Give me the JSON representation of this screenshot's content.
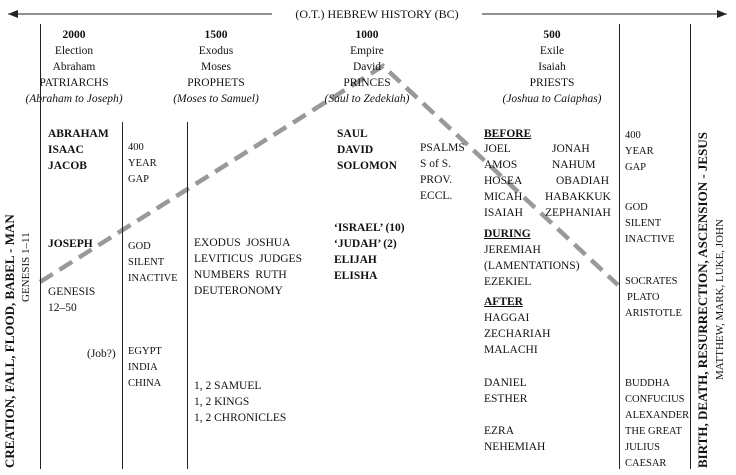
{
  "header": {
    "title": "(O.T.) HEBREW HISTORY (BC)"
  },
  "columns": [
    {
      "date": "2000",
      "l1": "Election",
      "l2": "Abraham",
      "l3": "PATRIARCHS",
      "l4": "(Abraham to Joseph)"
    },
    {
      "date": "1500",
      "l1": "Exodus",
      "l2": "Moses",
      "l3": "PROPHETS",
      "l4": "(Moses to Samuel)"
    },
    {
      "date": "1000",
      "l1": "Empire",
      "l2": "David",
      "l3": "PRINCES",
      "l4": "(Saul to Zedekiah)"
    },
    {
      "date": "500",
      "l1": "Exile",
      "l2": "Isaiah",
      "l3": "PRIESTS",
      "l4": "(Joshua to Caiaphas)"
    }
  ],
  "left_side": {
    "main": "CREATION, FALL, FLOOD, BABEL - MAN",
    "sub": "GENESIS 1–11"
  },
  "right_side": {
    "main": "BIRTH, DEATH, RESURRECTION, ASCENSION - JESUS",
    "sub": "MATTHEW, MARK, LUKE, JOHN"
  },
  "col1": {
    "names": [
      "ABRAHAM",
      "ISAAC",
      "JACOB"
    ],
    "joseph": "JOSEPH",
    "genesis": [
      "GENESIS",
      "12–50"
    ],
    "job": "(Job?)"
  },
  "col2": {
    "gap": [
      "400",
      "YEAR",
      "GAP"
    ],
    "god": [
      "GOD",
      "SILENT",
      "INACTIVE"
    ],
    "nations": [
      "EGYPT",
      "INDIA",
      "CHINA"
    ]
  },
  "col3": {
    "books": [
      "EXODUS  JOSHUA",
      "LEVITICUS  JUDGES",
      "NUMBERS  RUTH",
      "DEUTERONOMY"
    ],
    "later": [
      "1, 2 SAMUEL",
      "1, 2 KINGS",
      "1, 2 CHRONICLES"
    ]
  },
  "col4": {
    "kings": [
      "SAUL",
      "DAVID",
      "SOLOMON"
    ],
    "poetry": [
      "PSALMS",
      "S of S.",
      "PROV.",
      "ECCL."
    ],
    "divided": [
      "‘ISRAEL’ (10)",
      "‘JUDAH’ (2)",
      "ELIJAH",
      "ELISHA"
    ]
  },
  "col5": {
    "before_heading": "BEFORE",
    "before_left": [
      "JOEL",
      "AMOS",
      "HOSEA",
      "MICAH",
      "ISAIAH"
    ],
    "before_right": [
      "JONAH",
      "NAHUM",
      "OBADIAH",
      "HABAKKUK",
      "ZEPHANIAH"
    ],
    "during_heading": "DURING",
    "during": [
      "JEREMIAH",
      "(LAMENTATIONS)",
      "EZEKIEL"
    ],
    "after_heading": "AFTER",
    "after": [
      "HAGGAI",
      "ZECHARIAH",
      "MALACHI"
    ],
    "daniel": [
      "DANIEL",
      "ESTHER"
    ],
    "ezra": [
      "EZRA",
      "NEHEMIAH"
    ]
  },
  "col6": {
    "gap": [
      "400",
      "YEAR",
      "GAP"
    ],
    "god": [
      "GOD",
      "SILENT",
      "INACTIVE"
    ],
    "greeks": [
      "SOCRATES",
      "PLATO",
      "ARISTOTLE"
    ],
    "others": [
      "BUDDHA",
      "CONFUCIUS",
      "ALEXANDER",
      "THE GREAT",
      "JULIUS",
      "CAESAR"
    ]
  }
}
